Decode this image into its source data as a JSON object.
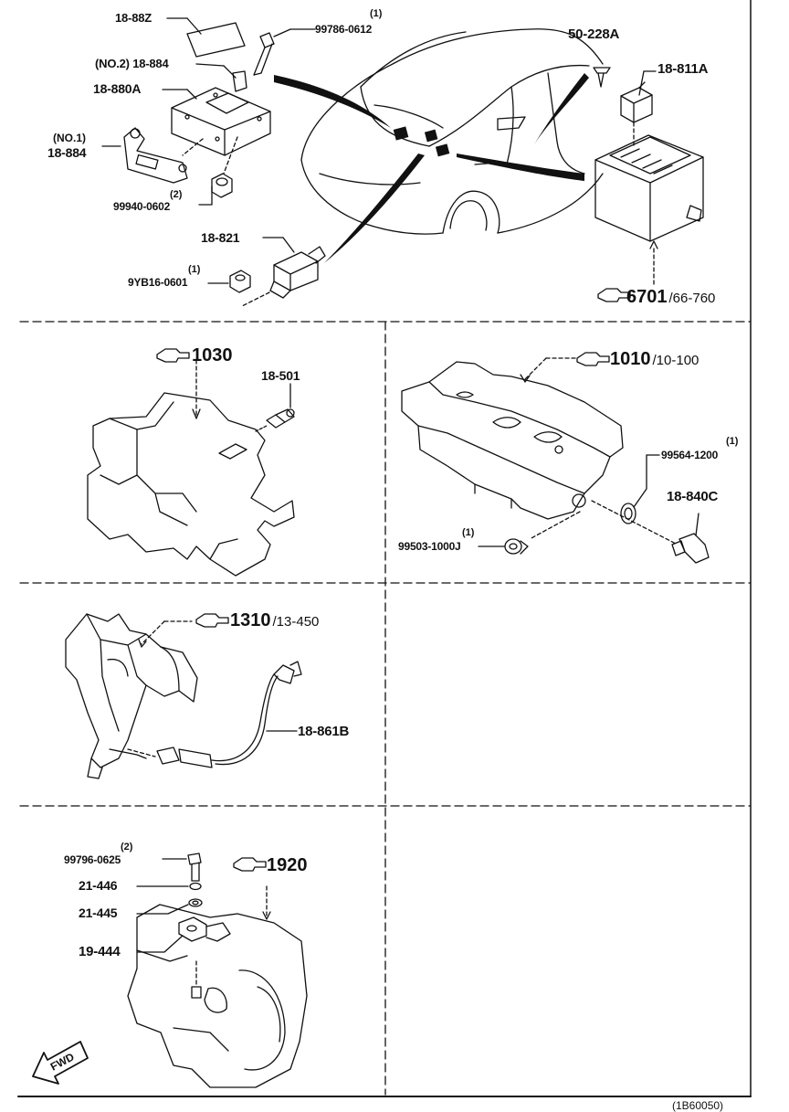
{
  "parts": {
    "p_18_88z": "18-88Z",
    "p_99786": "99786-0612",
    "p_99786_qty": "(1)",
    "p_no2": "(NO.2) 18-884",
    "p_18_880a": "18-880A",
    "p_no1_tag": "(NO.1)",
    "p_18_884": "18-884",
    "p_99940_qty": "(2)",
    "p_99940": "99940-0602",
    "p_18_821": "18-821",
    "p_9yb16_qty": "(1)",
    "p_9yb16": "9YB16-0601",
    "p_50_228a": "50-228A",
    "p_18_811a": "18-811A",
    "p_18_501": "18-501",
    "p_99564_qty": "(1)",
    "p_99564": "99564-1200",
    "p_18_840c": "18-840C",
    "p_99503_qty": "(1)",
    "p_99503": "99503-1000J",
    "p_18_861b": "18-861B",
    "p_99796_qty": "(2)",
    "p_99796": "99796-0625",
    "p_21_446": "21-446",
    "p_21_445": "21-445",
    "p_19_444": "19-444"
  },
  "refs": {
    "r6701": {
      "num": "6701",
      "sub": "/66-760"
    },
    "r1030": {
      "num": "1030",
      "sub": ""
    },
    "r1010": {
      "num": "1010",
      "sub": "/10-100"
    },
    "r1310": {
      "num": "1310",
      "sub": "/13-450"
    },
    "r1920": {
      "num": "1920",
      "sub": ""
    }
  },
  "fwd_label": "FWD",
  "footer_code": "(1B60050)",
  "colors": {
    "ink": "#111111",
    "paper": "#ffffff"
  },
  "icons": [
    "pointing-hand-icon",
    "fwd-arrow-icon"
  ]
}
